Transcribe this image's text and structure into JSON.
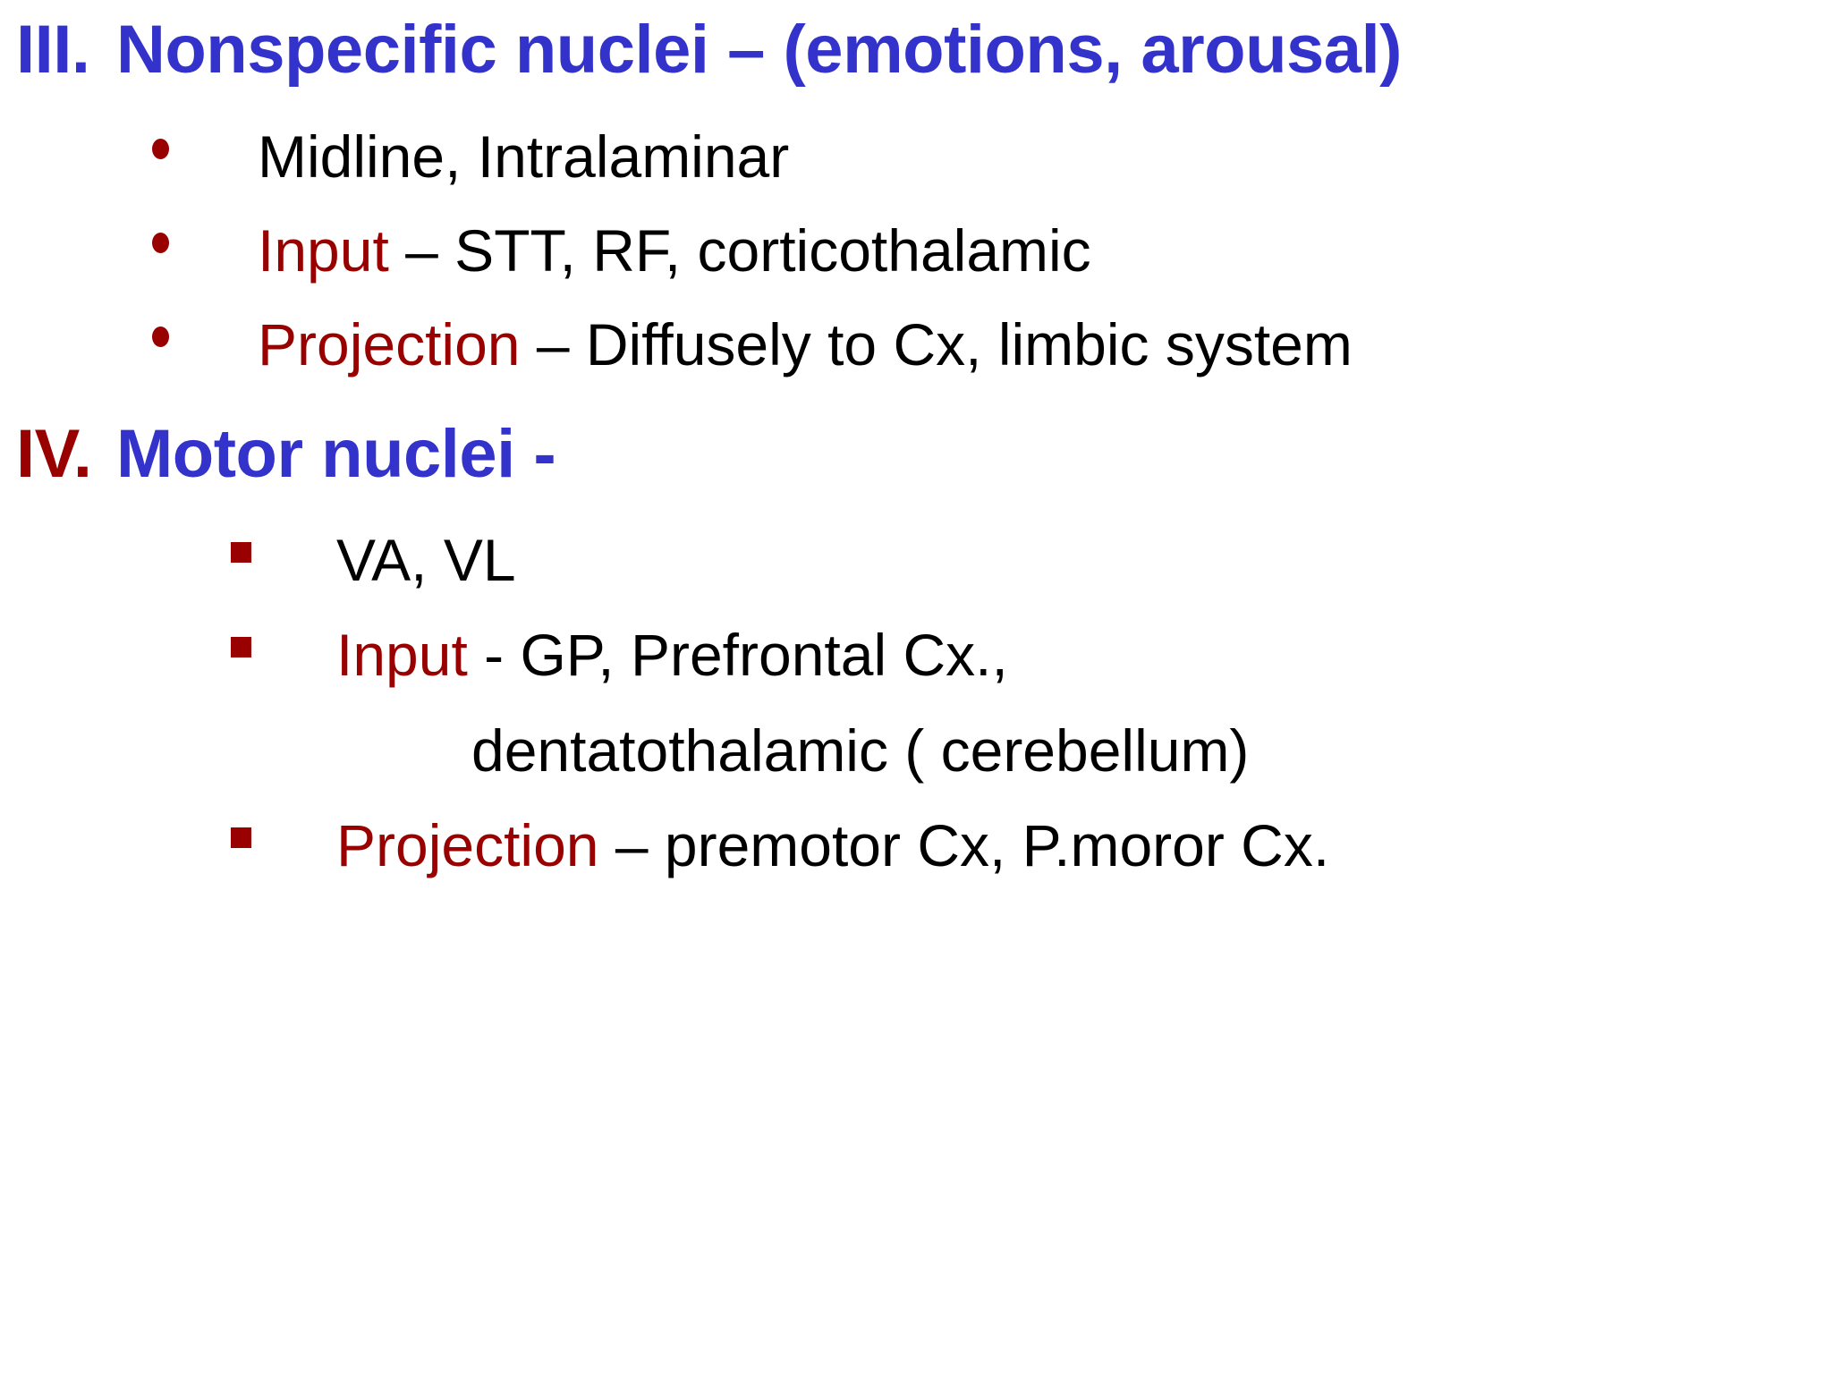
{
  "slide": {
    "background_color": "#FFFFFF",
    "colors": {
      "heading_blue": "#3333CC",
      "accent_dark_red": "#990000",
      "body_black": "#000000"
    },
    "sections": [
      {
        "number": "III.",
        "number_color": "#3333CC",
        "title": "Nonspecific nuclei – (emotions, arousal)",
        "title_color": "#3333CC",
        "bullet_glyph": "filled-round-bullet",
        "items": [
          {
            "keyword": "",
            "body": "Midline, Intralaminar"
          },
          {
            "keyword": "Input",
            "body": " – STT, RF, corticothalamic"
          },
          {
            "keyword": "Projection",
            "body": " – Diffusely to Cx, limbic system"
          }
        ]
      },
      {
        "number": "IV.",
        "number_color": "#990000",
        "title": "Motor nuclei -",
        "title_color": "#3333CC",
        "bullet_glyph": "filled-square-bullet",
        "items": [
          {
            "keyword": "",
            "body": "VA, VL"
          },
          {
            "keyword": "Input",
            "body": " - GP, Prefrontal Cx.,"
          },
          {
            "keyword": "Projection",
            "body": " – premotor Cx, P.moror Cx."
          }
        ],
        "continuation": "dentatothalamic ( cerebellum)"
      }
    ]
  }
}
